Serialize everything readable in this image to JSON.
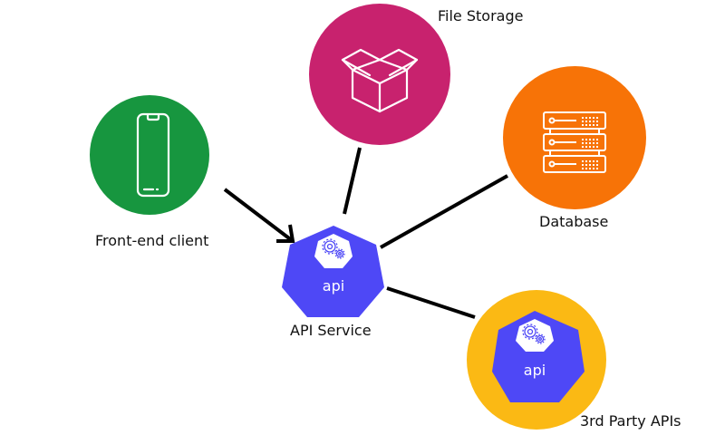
{
  "diagram": {
    "nodes": [
      {
        "id": "frontend",
        "label": "Front-end client",
        "icon": "smartphone-icon",
        "color": "#17963f"
      },
      {
        "id": "storage",
        "label": "File Storage",
        "icon": "open-box-icon",
        "color": "#c8226e"
      },
      {
        "id": "database",
        "label": "Database",
        "icon": "server-rack-icon",
        "color": "#f77307"
      },
      {
        "id": "api",
        "label": "API Service",
        "icon": "api-gears-icon",
        "color": "#4e48f6",
        "badge": "api"
      },
      {
        "id": "thirdparty",
        "label": "3rd Party APIs",
        "icon": "api-gears-icon",
        "color": "#fbb914",
        "badge": "api",
        "inner_color": "#4e48f6"
      }
    ],
    "edges": [
      {
        "from": "frontend",
        "to": "api",
        "arrow": true
      },
      {
        "from": "storage",
        "to": "api",
        "arrow": false
      },
      {
        "from": "database",
        "to": "api",
        "arrow": false
      },
      {
        "from": "thirdparty",
        "to": "api",
        "arrow": false
      }
    ]
  }
}
